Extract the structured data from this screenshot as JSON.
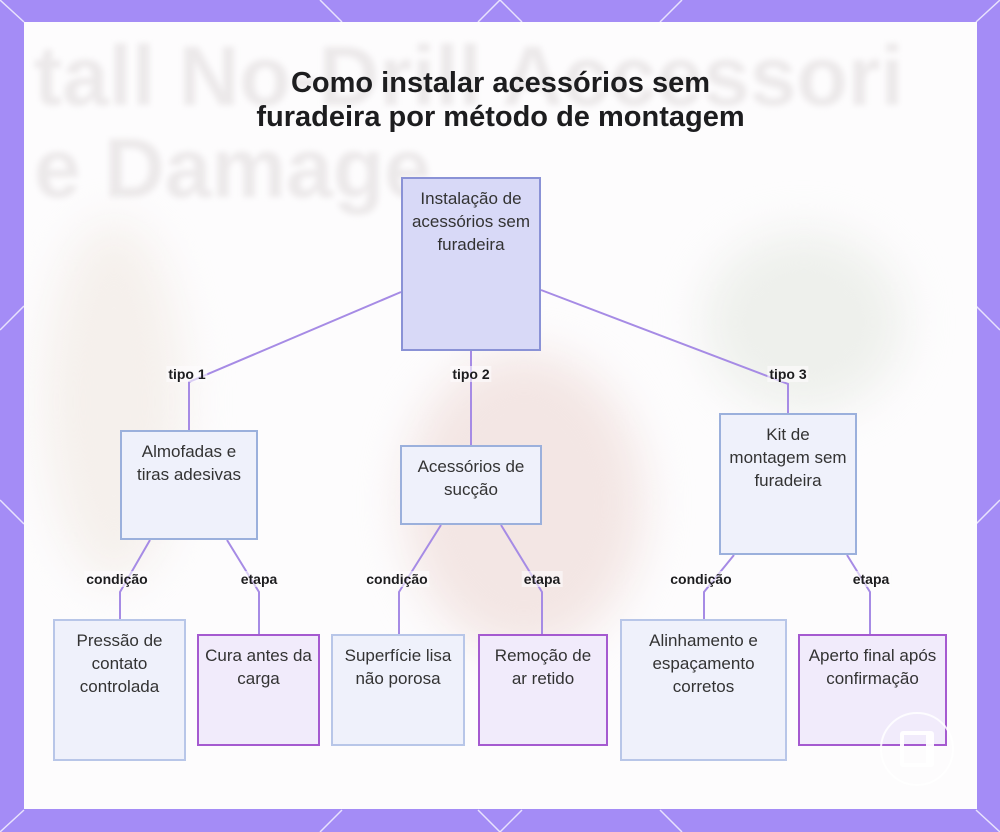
{
  "title_lines": [
    "Como instalar acessórios sem",
    "furadeira por método de montagem"
  ],
  "background_ghost_lines": [
    "tall No-Drill Accessori",
    "e Damage"
  ],
  "colors": {
    "page_background": "#a48cf6",
    "card_background": "#fdfcfd",
    "edge": "#a68be5",
    "root_fill": "#d8d9f7",
    "root_border": "#8a92d6",
    "category_fill": "#eff1fb",
    "category_border": "#9bb0dc",
    "step_fill": "#f1ebfb",
    "step_border": "#a55ad0"
  },
  "diagram": {
    "root": {
      "label": "Instalação de acessórios sem furadeira"
    },
    "categories": [
      {
        "edge_label": "tipo 1",
        "label": "Almofadas e tiras adesivas",
        "condition": {
          "edge_label": "condição",
          "label": "Pressão de contato controlada"
        },
        "step": {
          "edge_label": "etapa",
          "label": "Cura antes da carga"
        }
      },
      {
        "edge_label": "tipo 2",
        "label": "Acessórios de sucção",
        "condition": {
          "edge_label": "condição",
          "label": "Superfície lisa não porosa"
        },
        "step": {
          "edge_label": "etapa",
          "label": "Remoção de ar retido"
        }
      },
      {
        "edge_label": "tipo 3",
        "label": "Kit de montagem sem furadeira",
        "condition": {
          "edge_label": "condição",
          "label": "Alinhamento e espaçamento corretos"
        },
        "step": {
          "edge_label": "etapa",
          "label": "Aperto final após confirmação"
        }
      }
    ]
  },
  "logo_icon": "brand-logo-icon"
}
